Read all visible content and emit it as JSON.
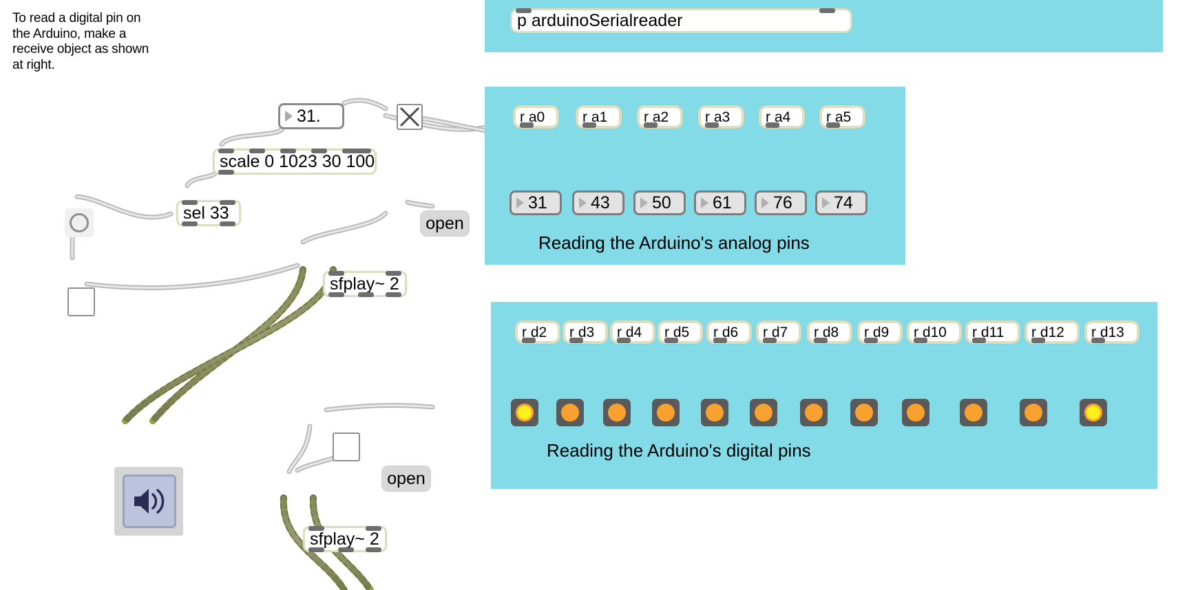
{
  "comment": {
    "text": "To read a digital pin on\nthe Arduino, make a\nreceive object as shown\nat right."
  },
  "colors": {
    "panel_cyan": "#84dbe8",
    "object_border": "#dcdec0",
    "nub_gray": "#6d6d6d",
    "led_off": "#f9a12e",
    "led_on": "#ffef1c",
    "numbox_border": "#7d7d7d",
    "message_gray": "#d8d8d8",
    "signal_cord": "#c8d96a"
  },
  "subpatch": {
    "label": "p arduinoSerialreader"
  },
  "analog_panel": {
    "caption": "Reading the Arduino's analog pins",
    "receives": [
      {
        "label": "r a0"
      },
      {
        "label": "r a1"
      },
      {
        "label": "r a2"
      },
      {
        "label": "r a3"
      },
      {
        "label": "r a4"
      },
      {
        "label": "r a5"
      }
    ],
    "numbers": [
      {
        "value": "31"
      },
      {
        "value": "43"
      },
      {
        "value": "50"
      },
      {
        "value": "61"
      },
      {
        "value": "76"
      },
      {
        "value": "74"
      }
    ]
  },
  "digital_panel": {
    "caption": "Reading the Arduino's digital pins",
    "receives": [
      {
        "label": "r d2"
      },
      {
        "label": "r d3"
      },
      {
        "label": "r d4"
      },
      {
        "label": "r d5"
      },
      {
        "label": "r d6"
      },
      {
        "label": "r d7"
      },
      {
        "label": "r d8"
      },
      {
        "label": "r d9"
      },
      {
        "label": "r d10"
      },
      {
        "label": "r d11"
      },
      {
        "label": "r d12"
      },
      {
        "label": "r d13"
      }
    ],
    "leds": [
      {
        "state": "on"
      },
      {
        "state": "off"
      },
      {
        "state": "off"
      },
      {
        "state": "off"
      },
      {
        "state": "off"
      },
      {
        "state": "off"
      },
      {
        "state": "off"
      },
      {
        "state": "off"
      },
      {
        "state": "off"
      },
      {
        "state": "off"
      },
      {
        "state": "off"
      },
      {
        "state": "on"
      }
    ]
  },
  "patch_left": {
    "flonum": {
      "value": "31."
    },
    "scale": {
      "label": "scale 0 1023 30 100"
    },
    "sel": {
      "label": "sel 33"
    },
    "open_1": {
      "label": "open"
    },
    "open_2": {
      "label": "open"
    },
    "sfplay_1": {
      "label": "sfplay~ 2"
    },
    "sfplay_2": {
      "label": "sfplay~ 2"
    },
    "toggle": {
      "name": "toggle"
    },
    "bang": {
      "name": "bang"
    },
    "dac": {
      "name": "ezdac~"
    }
  }
}
